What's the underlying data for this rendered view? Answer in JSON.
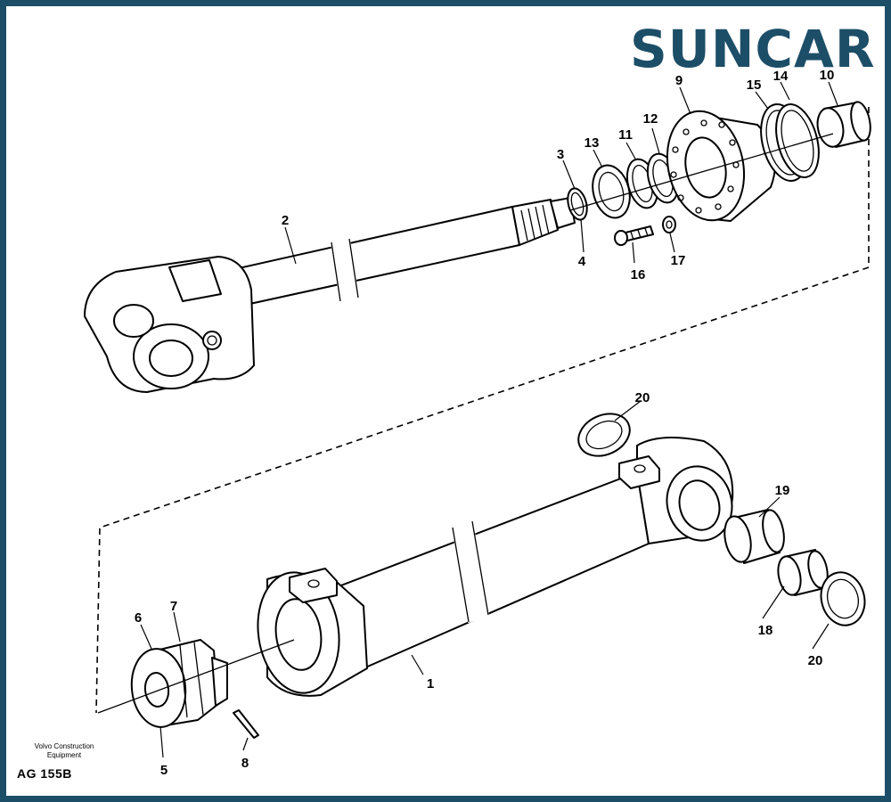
{
  "brand": {
    "logo_text": "SUNCAR",
    "color": "#1d4e68"
  },
  "footer": {
    "maker_line1": "Volvo Construction",
    "maker_line2": "Equipment",
    "code": "AG 155B"
  },
  "labels": {
    "p1": "1",
    "p2": "2",
    "p3": "3",
    "p4": "4",
    "p5": "5",
    "p6": "6",
    "p7": "7",
    "p8": "8",
    "p9": "9",
    "p10": "10",
    "p11": "11",
    "p12": "12",
    "p13": "13",
    "p14": "14",
    "p15": "15",
    "p16": "16",
    "p17": "17",
    "p18": "18",
    "p19": "19",
    "p20a": "20",
    "p20b": "20"
  }
}
